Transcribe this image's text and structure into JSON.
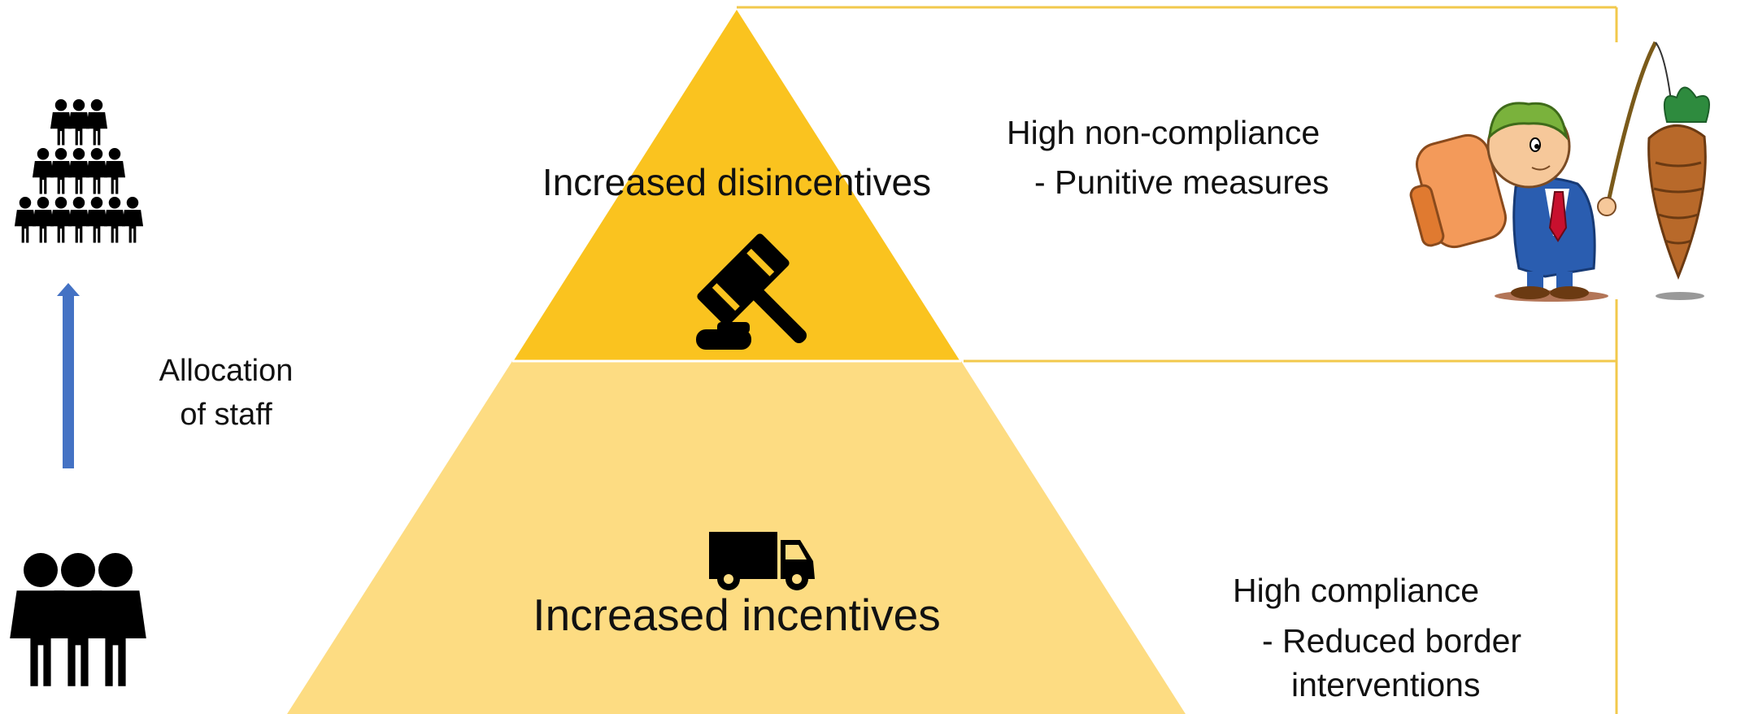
{
  "pyramid": {
    "top_label": "Increased disincentives",
    "bottom_label": "Increased incentives",
    "top_color": "#FAC31F",
    "bottom_color": "#FDDC82",
    "top_icon": "gavel-icon",
    "bottom_icon": "truck-icon"
  },
  "left_panel": {
    "allocation_line1": "Allocation",
    "allocation_line2": "of staff",
    "arrow_color": "#4472C4",
    "crowd_icon": "crowd-icon",
    "group_icon": "group-of-people-icon"
  },
  "right_panel": {
    "top_heading": "High non-compliance",
    "top_detail": "- Punitive measures",
    "bottom_heading": "High compliance",
    "bottom_detail_line1": "- Reduced border",
    "bottom_detail_line2": "interventions",
    "bracket_color": "#F2C94C",
    "illustration": "carrot-and-stick-cartoon"
  }
}
